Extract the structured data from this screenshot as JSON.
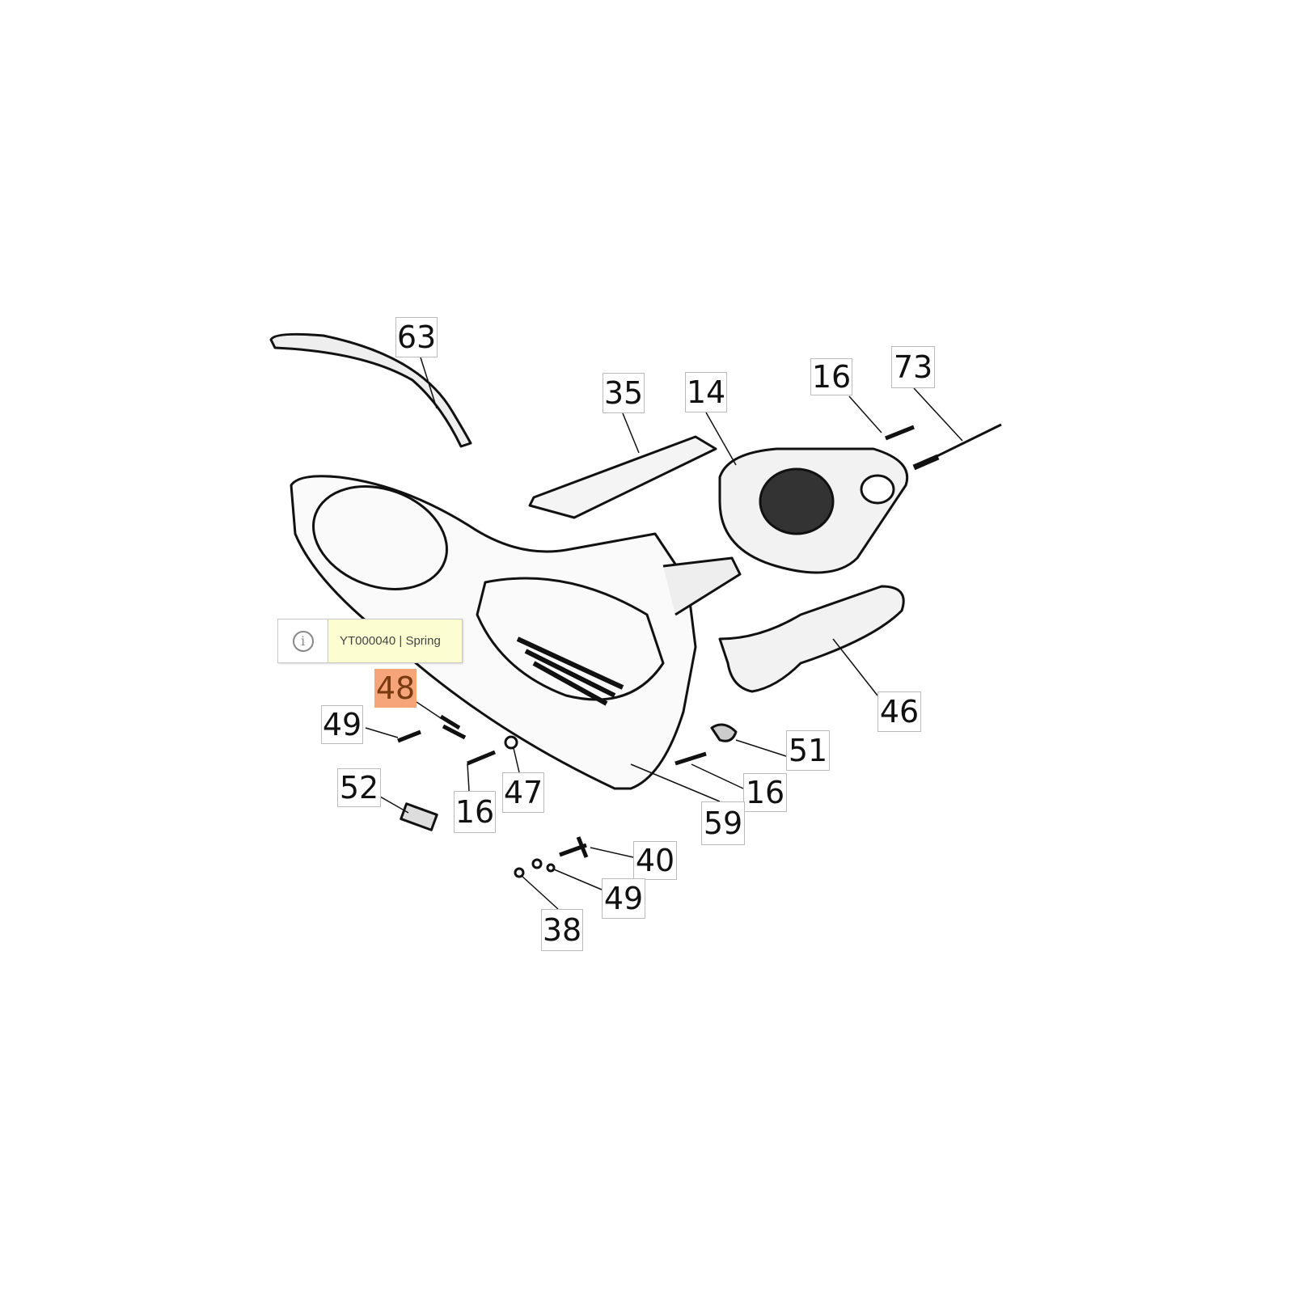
{
  "tooltip": {
    "icon": "info-icon",
    "text": "YT000040 | Spring"
  },
  "highlight_color": "#f6a57a",
  "labels": [
    {
      "id": "63",
      "text": "63"
    },
    {
      "id": "35",
      "text": "35"
    },
    {
      "id": "14",
      "text": "14"
    },
    {
      "id": "16a",
      "text": "16"
    },
    {
      "id": "73",
      "text": "73"
    },
    {
      "id": "48",
      "text": "48",
      "highlighted": true
    },
    {
      "id": "49a",
      "text": "49"
    },
    {
      "id": "52",
      "text": "52"
    },
    {
      "id": "16b",
      "text": "16"
    },
    {
      "id": "47",
      "text": "47"
    },
    {
      "id": "46",
      "text": "46"
    },
    {
      "id": "51",
      "text": "51"
    },
    {
      "id": "16c",
      "text": "16"
    },
    {
      "id": "59",
      "text": "59"
    },
    {
      "id": "40",
      "text": "40"
    },
    {
      "id": "49b",
      "text": "49"
    },
    {
      "id": "38",
      "text": "38"
    }
  ]
}
